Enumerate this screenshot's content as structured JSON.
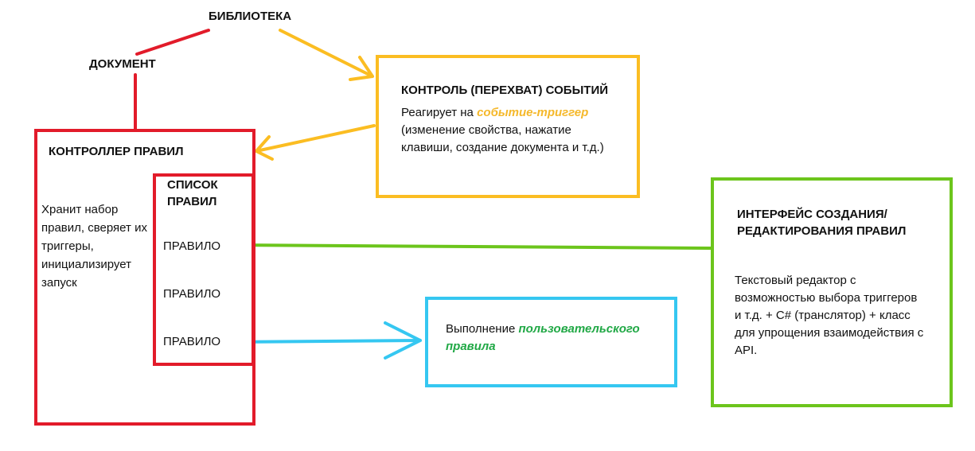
{
  "colors": {
    "red": "#e21b2a",
    "orange": "#fbbd22",
    "green": "#6cc51c",
    "blue": "#35c7f1",
    "highlight_orange": "#f5b82a",
    "highlight_green": "#20a845"
  },
  "library": {
    "title": "БИБЛИОТЕКА"
  },
  "document": {
    "title": "ДОКУМЕНТ"
  },
  "events": {
    "title": "КОНТРОЛЬ (ПЕРЕХВАТ) СОБЫТИЙ",
    "text_before": "Реагирует на ",
    "highlight": "событие-триггер",
    "text_after": "(изменение свойства, нажатие клавиши, создание документа и т.д.)"
  },
  "controller": {
    "title": "КОНТРОЛЛЕР ПРАВИЛ",
    "description": "Хранит набор правил, сверяет их триггеры, инициализирует запуск"
  },
  "rules_list": {
    "title": "СПИСОК ПРАВИЛ",
    "items": [
      "ПРАВИЛО",
      "ПРАВИЛО",
      "ПРАВИЛО"
    ]
  },
  "execution": {
    "text_before": "Выполнение ",
    "highlight": "пользовательского правила"
  },
  "editor": {
    "title": "ИНТЕРФЕЙС СОЗДАНИЯ/РЕДАКТИРОВАНИЯ ПРАВИЛ",
    "description": "Текстовый редактор с возможностью выбора триггеров и т.д. + C# (транслятор) + класс для упрощения взаимодействия с API."
  }
}
